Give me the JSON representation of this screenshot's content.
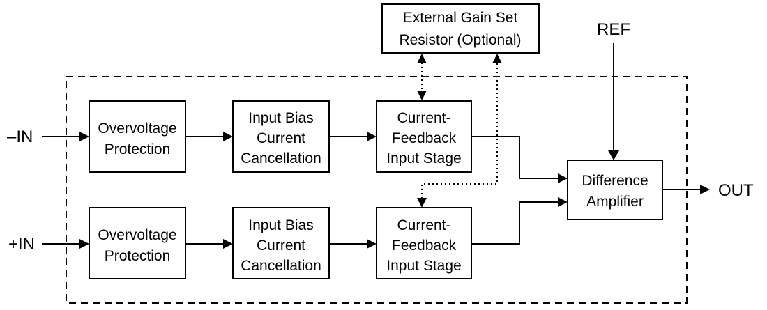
{
  "external_resistor": {
    "line1": "External Gain Set",
    "line2": "Resistor (Optional)"
  },
  "ref_label": "REF",
  "inputs": {
    "minus": "–IN",
    "plus": "+IN"
  },
  "output_label": "OUT",
  "top_channel": {
    "ovp": {
      "line1": "Overvoltage",
      "line2": "Protection"
    },
    "ibc": {
      "line1": "Input Bias",
      "line2": "Current",
      "line3": "Cancellation"
    },
    "cfb": {
      "line1": "Current-",
      "line2": "Feedback",
      "line3": "Input Stage"
    }
  },
  "bottom_channel": {
    "ovp": {
      "line1": "Overvoltage",
      "line2": "Protection"
    },
    "ibc": {
      "line1": "Input Bias",
      "line2": "Current",
      "line3": "Cancellation"
    },
    "cfb": {
      "line1": "Current-",
      "line2": "Feedback",
      "line3": "Input Stage"
    }
  },
  "difference_amp": {
    "line1": "Difference",
    "line2": "Amplifier"
  }
}
